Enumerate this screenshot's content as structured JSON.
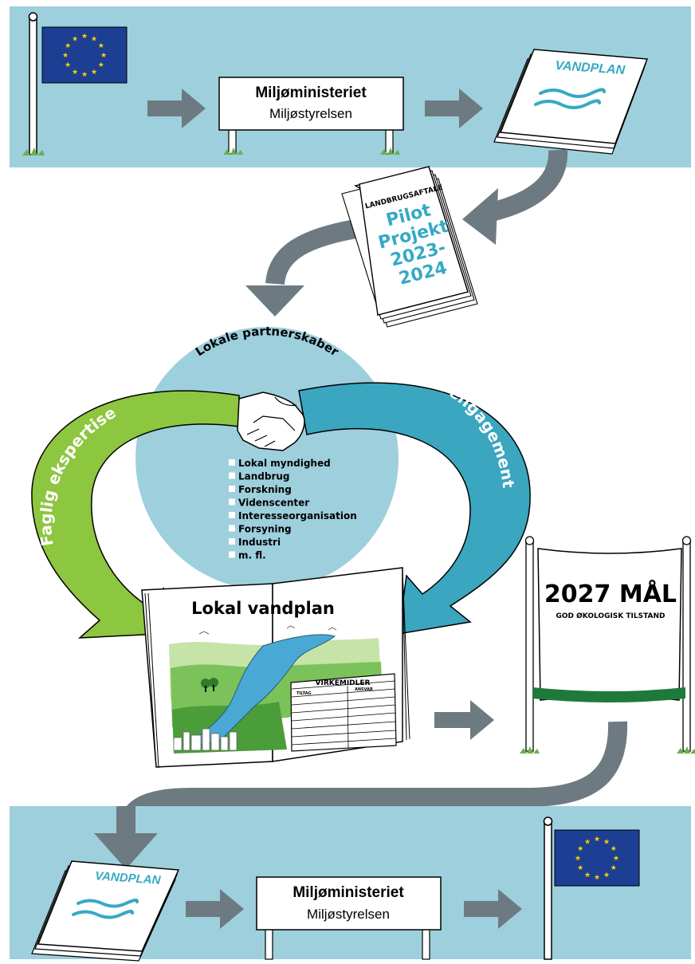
{
  "colors": {
    "band": "#9ecfdc",
    "arrow_gray": "#6d7a82",
    "green": "#8dc63f",
    "blue": "#3aa6bf",
    "circle": "#9ecfdc",
    "eu_blue": "#1c3f94",
    "eu_star": "#ffd200",
    "teal_text": "#36a9c4",
    "banner_green": "#1d7a3c",
    "landscape_green": "#7cc25a",
    "water": "#4aa9d4"
  },
  "top_band": {
    "flag": "eu-flag",
    "sign_title": "Miljøministeriet",
    "sign_subtitle": "Miljøstyrelsen",
    "booklet_title": "VANDPLAN"
  },
  "pilot_doc": {
    "header": "LANDBRUGSAFTALE",
    "line1": "Pilot",
    "line2": "Projekt",
    "line3": "2023-",
    "line4": "2024"
  },
  "circle": {
    "title": "Lokale partnerskaber",
    "items": [
      "Lokal myndighed",
      "Landbrug",
      "Forskning",
      "Videnscenter",
      "Interesseorganisation",
      "Forsyning",
      "Industri",
      "m. fl."
    ]
  },
  "left_arrow_label": "Faglig ekspertise",
  "right_arrow_label": "Lokalt engagement",
  "book": {
    "title": "Lokal vandplan",
    "table_title": "VIRKEMIDLER",
    "table_col1": "TILTAG",
    "table_col2": "ANSVAR"
  },
  "goal_banner": {
    "title": "2027 MÅL",
    "subtitle": "GOD ØKOLOGISK TILSTAND"
  },
  "bottom_band": {
    "booklet_title": "VANDPLAN",
    "sign_title": "Miljøministeriet",
    "sign_subtitle": "Miljøstyrelsen",
    "flag": "eu-flag"
  }
}
